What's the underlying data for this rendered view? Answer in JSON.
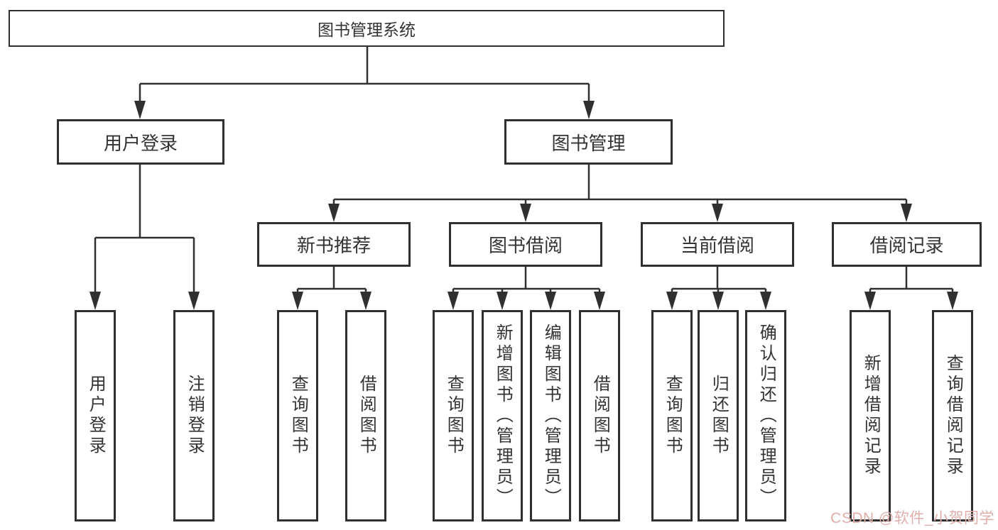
{
  "diagram": {
    "root": {
      "label": "图书管理系统"
    },
    "level2": [
      {
        "label": "用户登录",
        "children": [
          {
            "label": "用户登录"
          },
          {
            "label": "注销登录"
          }
        ]
      },
      {
        "label": "图书管理",
        "children": [
          {
            "label": "新书推荐",
            "children": [
              {
                "label": "查询图书"
              },
              {
                "label": "借阅图书"
              }
            ]
          },
          {
            "label": "图书借阅",
            "children": [
              {
                "label": "查询图书"
              },
              {
                "label": "新增图书（管理员）"
              },
              {
                "label": "编辑图书（管理员）"
              },
              {
                "label": "借阅图书"
              }
            ]
          },
          {
            "label": "当前借阅",
            "children": [
              {
                "label": "查询图书"
              },
              {
                "label": "归还图书"
              },
              {
                "label": "确认归还（管理员）"
              }
            ]
          },
          {
            "label": "借阅记录",
            "children": [
              {
                "label": "新增借阅记录"
              },
              {
                "label": "查询借阅记录"
              }
            ]
          }
        ]
      }
    ]
  },
  "watermark": {
    "text": "CSDN @软件_小贺同学",
    "color": "#dfaeaa"
  },
  "colors": {
    "background": "#ffffff",
    "line": "#303030",
    "box_border": "#303030",
    "text": "#333333"
  }
}
